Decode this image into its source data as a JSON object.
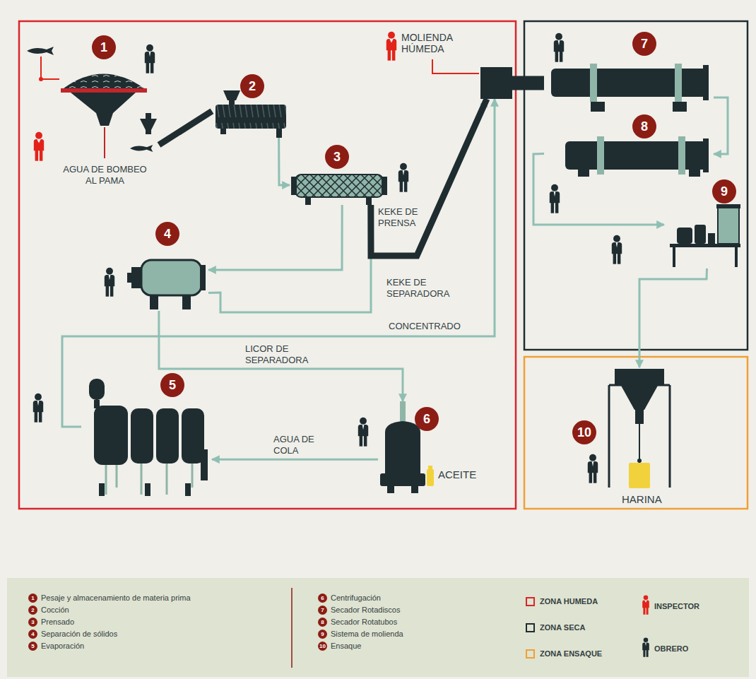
{
  "diagram": {
    "nodes": [
      {
        "text": [
          "1"
        ]
      },
      {
        "text": [
          "2"
        ]
      },
      {
        "text": [
          "3"
        ]
      },
      {
        "text": [
          "MOLIENDA HÚMEDA"
        ]
      },
      {
        "text": [
          "4"
        ]
      },
      {
        "text": [
          "5"
        ]
      },
      {
        "text": [
          "6",
          "ACEITE"
        ]
      },
      {
        "text": [
          "7"
        ]
      },
      {
        "text": [
          "8"
        ]
      },
      {
        "text": [
          "9"
        ]
      },
      {
        "text": [
          "10",
          "HARINA"
        ]
      }
    ],
    "edges": [
      {
        "from": 1,
        "to": 2,
        "arrow": "to"
      },
      {
        "from": 2,
        "to": 4,
        "arrow": "to"
      },
      {
        "from": 4,
        "to": 3,
        "label": "KEKE DE SEPARADORA",
        "arrow": "to"
      },
      {
        "from": 4,
        "to": 6,
        "label": "LICOR DE SEPARADORA",
        "arrow": "to"
      },
      {
        "from": 6,
        "to": 5,
        "label": "AGUA DE COLA",
        "arrow": "to"
      },
      {
        "from": 5,
        "to": 3,
        "label": "CONCENTRADO",
        "arrow": "to"
      },
      {
        "from": 7,
        "to": 8,
        "arrow": "to"
      },
      {
        "from": 8,
        "to": 9,
        "arrow": "to"
      },
      {
        "from": 9,
        "to": 10,
        "arrow": "to"
      },
      {
        "from": 0,
        "to": 1,
        "arrow": "none"
      },
      {
        "from": 2,
        "to": 3,
        "label": "KEKE DE PRENSA",
        "arrow": "none"
      },
      {
        "from": 3,
        "to": 7,
        "arrow": "none"
      }
    ],
    "labels": [
      "AGUA DE BOMBEO AL PAMA",
      "1",
      "2",
      "3",
      "4",
      "5",
      "6",
      "7",
      "8",
      "9",
      "10"
    ],
    "legend": [
      {
        "text": "Pesaje y almacenamiento de materia prima"
      },
      {
        "text": "Cocción"
      },
      {
        "text": "Prensado"
      },
      {
        "text": "Separación de sólidos"
      },
      {
        "text": "Evaporación"
      },
      {
        "text": "Centrifugación"
      },
      {
        "text": "Secador Rotadiscos"
      },
      {
        "text": "Secador Rotatubos"
      },
      {
        "text": "Sistema de molienda"
      },
      {
        "text": "Ensaque"
      },
      {
        "text": "ZONA HUMEDA"
      },
      {
        "text": "ZONA SECA"
      },
      {
        "text": "ZONA ENSAQUE"
      },
      {
        "text": "INSPECTOR"
      },
      {
        "text": "OBRERO"
      }
    ]
  }
}
